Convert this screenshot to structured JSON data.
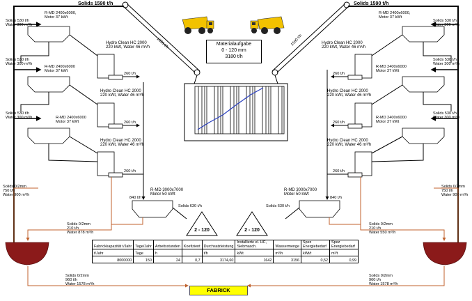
{
  "top": {
    "solids_left": "Solids 1590 t/h",
    "solids_right": "Solids 1590 t/h",
    "belt_left": "1590 t/h",
    "belt_right": "1590 t/h"
  },
  "material": {
    "line1": "Materialaufgabe",
    "line2": "0 - 120 mm",
    "line3": "3180 t/h"
  },
  "left": {
    "screens": [
      {
        "title": "R-MD 2400x6000,",
        "motor": "Motor 37 kWt",
        "solids": "Solids 530 t/h",
        "water": "Water 300 m³/h"
      },
      {
        "title": "R-MD 2400x6000",
        "motor": "Motor 37 kWt",
        "solids": "Solids 530 t/h",
        "water": "Water 300 m³/h"
      },
      {
        "title": "R-MD 2400x6000",
        "motor": "Motor 37 kWt",
        "solids": "Solids 530 t/h",
        "water": "Water 300 m³/h"
      }
    ],
    "hydro": [
      {
        "title": "Hydro Clean HC 2000",
        "spec": "220 kWt, Water 46 m³/h"
      },
      {
        "title": "Hydro Clean HC 2000",
        "spec": "220 kWt, Water 46 m³/h"
      },
      {
        "title": "Hydro Clean HC 2000",
        "spec": "220 kWt, Water 46 m³/h"
      }
    ],
    "outputs": [
      "260 t/h",
      "260 t/h",
      "260 t/h"
    ],
    "big_screen": {
      "title": "R-MD 3000x7000",
      "motor": "Motor 50 kWt"
    },
    "flow_840": "840 t/h",
    "flow_630": "Solids 630 t/h",
    "side_solids": {
      "l1": "Solids 0/2mm",
      "l2": "750 t/h",
      "l3": "Water 900 m³/h"
    },
    "fines": {
      "l1": "Solids 0/2mm",
      "l2": "210 t/h",
      "l3": "Water 878 m³/h"
    },
    "fabrick_flow": {
      "l1": "Solids 0/2mm",
      "l2": "960 t/h",
      "l3": "Water 1578 m³/h"
    }
  },
  "right": {
    "screens": [
      {
        "title": "R-MD 2400x6000,",
        "motor": "Motor 37 kWt",
        "solids": "Solids 530 t/h",
        "water": "Water 300 m³/h"
      },
      {
        "title": "R-MD 2400x6000",
        "motor": "Motor 37 kWt",
        "solids": "Solids 530 t/h",
        "water": "Water 300 m³/h"
      },
      {
        "title": "R-MD 2400x6000",
        "motor": "Motor 37 kWt",
        "solids": "Solids 530 t/h",
        "water": "Water 300 m³/h"
      }
    ],
    "hydro": [
      {
        "title": "Hydro Clean HC 2000",
        "spec": "220 kWt, Water 46 m³/h"
      },
      {
        "title": "Hydro Clean HC 2000",
        "spec": "220 kWt, Water 46 m³/h"
      },
      {
        "title": "Hydro Clean HC 2000",
        "spec": "220 kWt, Water 46 m³/h"
      }
    ],
    "outputs": [
      "260 t/h",
      "260 t/h",
      "260 t/h"
    ],
    "big_screen": {
      "title": "R-MD 3000x7000",
      "motor": "Motor 50 kWt"
    },
    "flow_840": "840 t/h",
    "flow_630": "Solids 630 t/h",
    "side_solids": {
      "l1": "Solids 0/2mm",
      "l2": "750 t/h",
      "l3": "Water 900 m³/h"
    },
    "fines": {
      "l1": "Solids 0/2mm",
      "l2": "210 t/h",
      "l3": "Water 550 m³/h"
    },
    "fabrick_flow": {
      "l1": "Solids 0/2mm",
      "l2": "960 t/h",
      "l3": "Water 1578 m³/h"
    }
  },
  "piles": [
    "2 - 120",
    "2 - 120"
  ],
  "fabrick": "FABRICK",
  "table": {
    "headers": [
      "Fabrickkapazität t/Jahr",
      "Tage/Jahr",
      "Arbeitsstunden",
      "Koefizient",
      "Durchsatzleistung",
      "Installierte el. HC, Siebmasch.",
      "Wassermenge",
      "Spez Energiebedarf",
      "Spez Energiebedarf"
    ],
    "units": [
      "t/Jahr",
      "Tage",
      "h",
      "",
      "t/h",
      "kWt",
      "m³/h",
      "kWt/t",
      "m³/t"
    ],
    "values": [
      "8000000",
      "150",
      "24",
      "0,7",
      "3174,60",
      "1642",
      "3156",
      "0,52",
      "0,99"
    ]
  },
  "colors": {
    "flow": "#c0622d",
    "pond": "#8b1a1a",
    "fabrick": "#ffff00",
    "truck": "#f2c200"
  }
}
